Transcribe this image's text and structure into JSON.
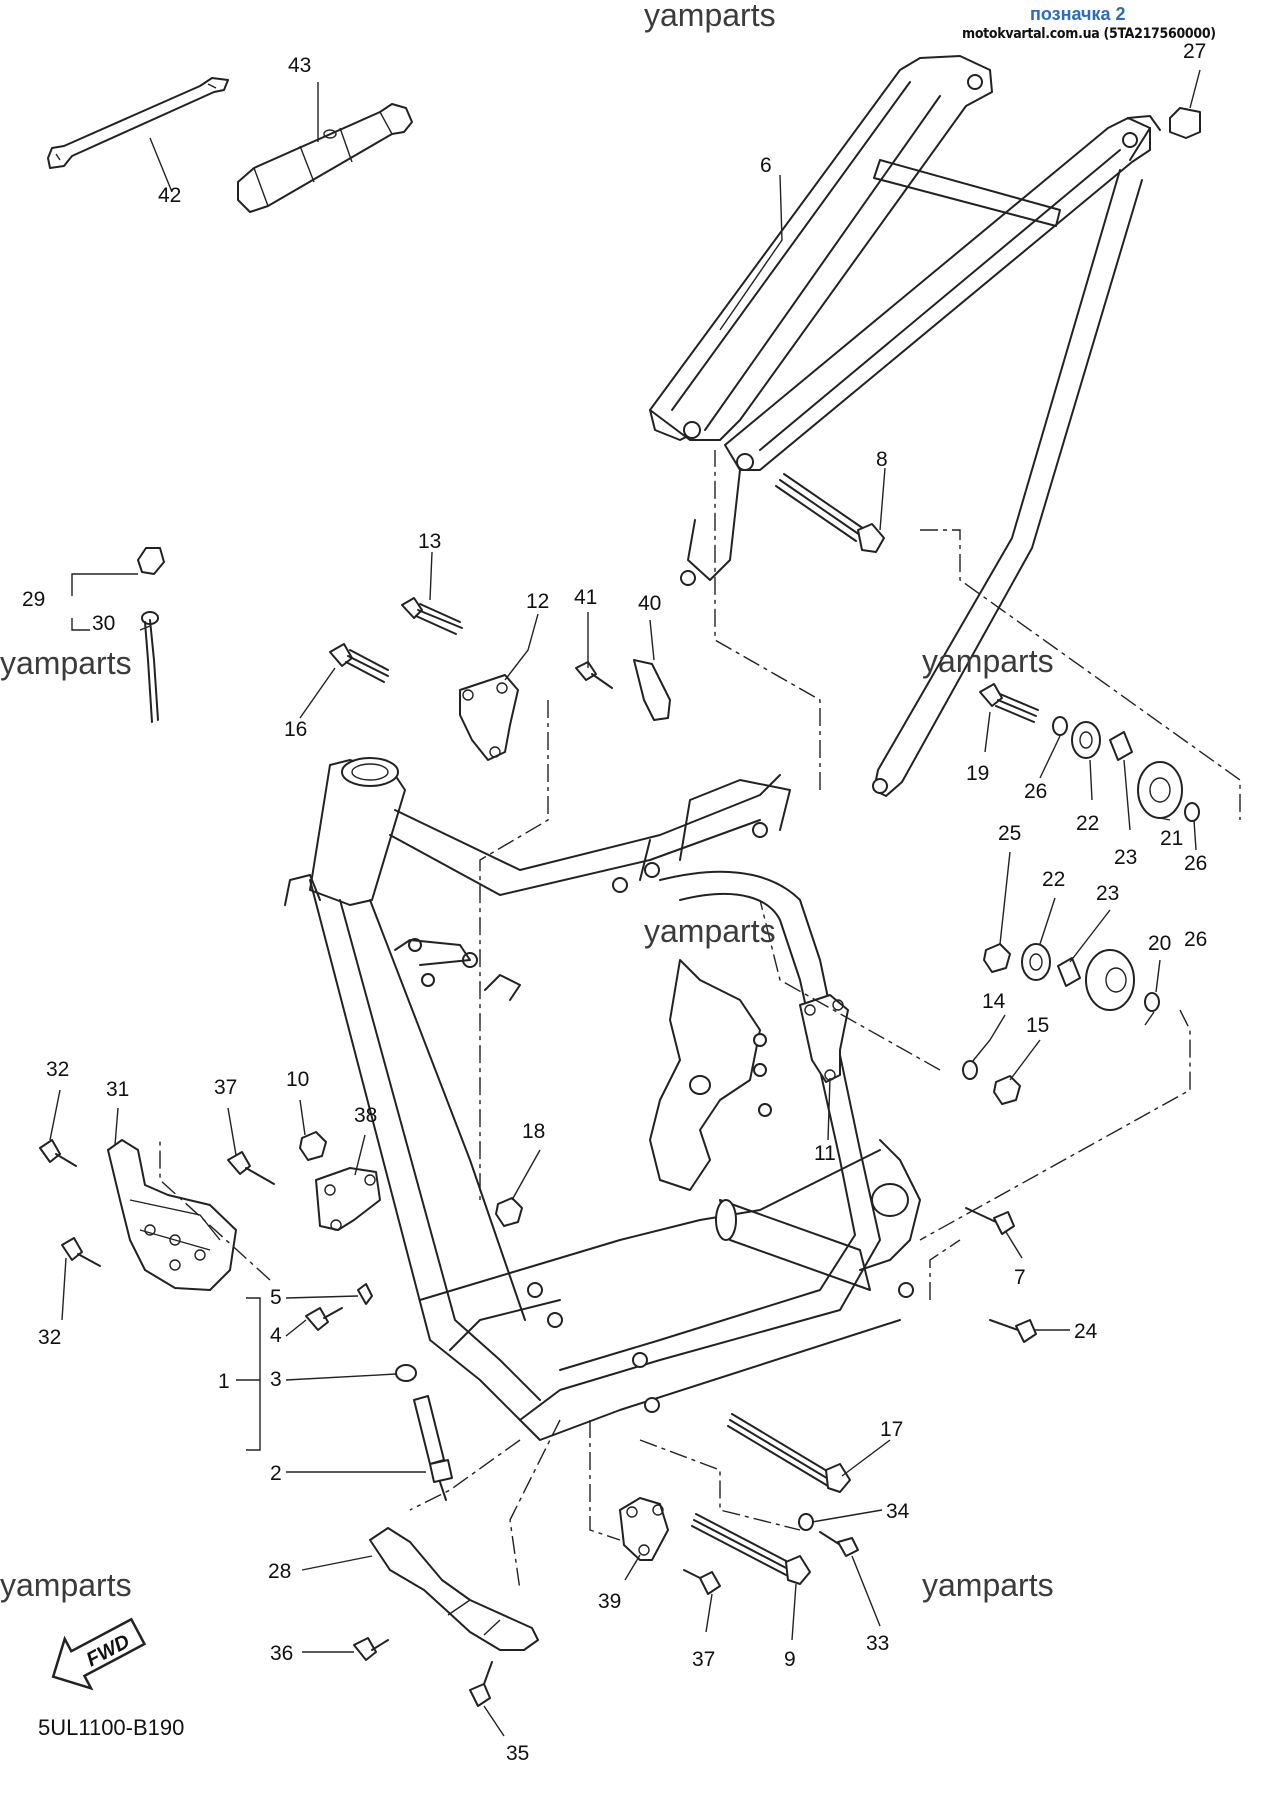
{
  "header": {
    "link_label": "позначка 2",
    "source_text": "motokvartal.com.ua (5TA217560000)"
  },
  "watermarks": [
    "yamparts",
    "yamparts",
    "yamparts",
    "yamparts",
    "yamparts",
    "yamparts"
  ],
  "diagram_code": "5UL1100-B190",
  "fwd_label": "FWD",
  "callouts": [
    "42",
    "43",
    "6",
    "27",
    "8",
    "29",
    "30",
    "13",
    "12",
    "41",
    "40",
    "16",
    "19",
    "26",
    "22",
    "23",
    "21",
    "25",
    "22",
    "23",
    "20",
    "26",
    "26",
    "14",
    "15",
    "11",
    "18",
    "32",
    "31",
    "37",
    "10",
    "38",
    "32",
    "5",
    "4",
    "1",
    "3",
    "2",
    "7",
    "24",
    "17",
    "28",
    "34",
    "9",
    "33",
    "39",
    "37",
    "36",
    "35"
  ],
  "icons": {
    "fwd": "fwd-arrow-icon"
  }
}
